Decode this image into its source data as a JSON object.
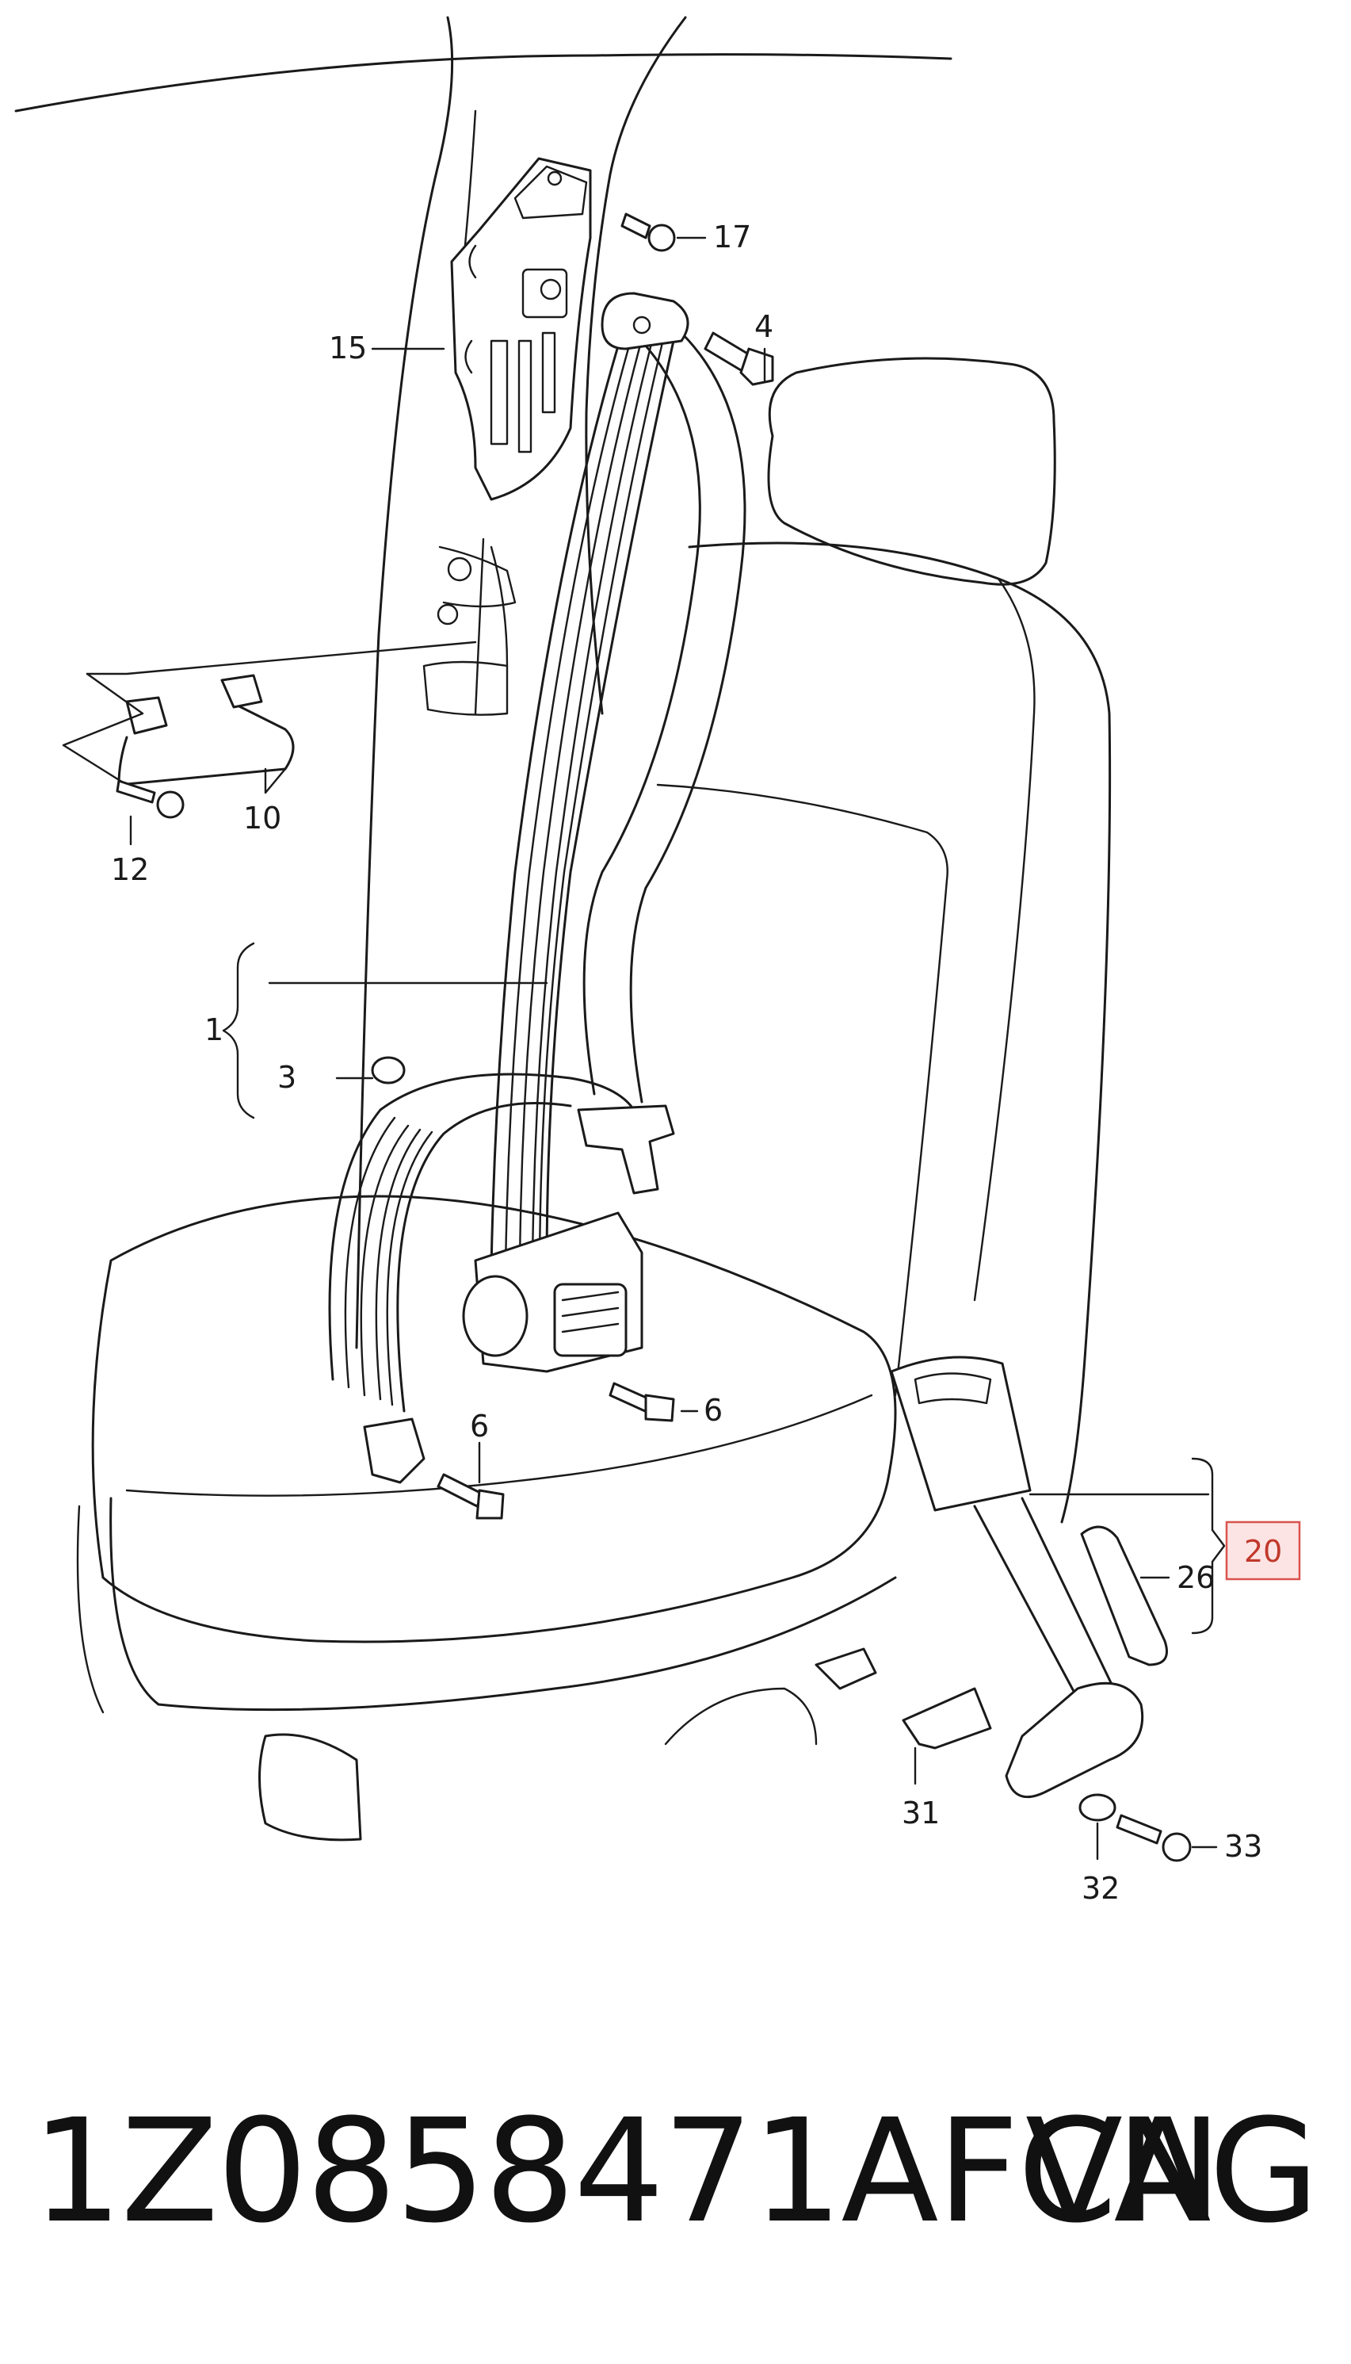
{
  "diagram": {
    "callouts": {
      "c1": "1",
      "c3": "3",
      "c4": "4",
      "c6a": "6",
      "c6b": "6",
      "c10": "10",
      "c12": "12",
      "c15": "15",
      "c17": "17",
      "c20": "20",
      "c26": "26",
      "c31": "31",
      "c32": "32",
      "c33": "33"
    },
    "highlight_color": "#d9534f"
  },
  "caption": {
    "part_number": "1Z0858471AFCN",
    "brand": "VAG"
  }
}
